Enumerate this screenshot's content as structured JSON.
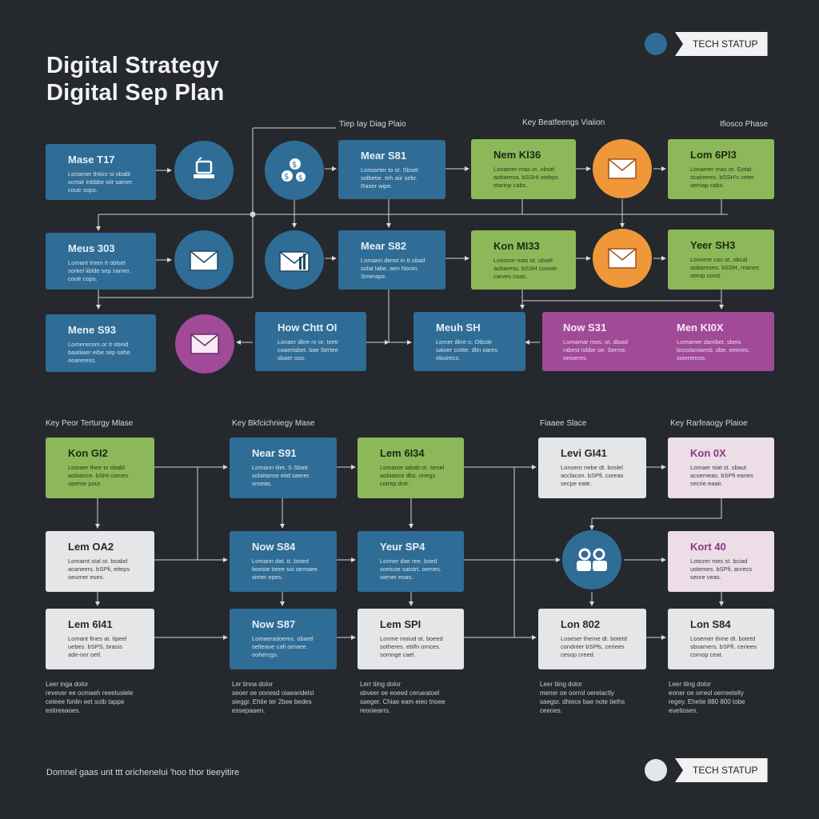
{
  "title": {
    "line1": "Digital Strategy",
    "line2": "Digital Sep Plan"
  },
  "badge_top": {
    "label": "TECH STATUP",
    "color": "#2f6d96"
  },
  "badge_bottom": {
    "label": "TECH STATUP",
    "color": "#e4e6e8"
  },
  "headers": {
    "h1": "Tiep Iay Diag Plaio",
    "h2": "Key Beatfeengs Viaiion",
    "h3": "Ifiosco Phase",
    "h4": "Key Peor Terturgy Mlase",
    "h5": "Key Bkfcichniegy Mase",
    "h6": "Fiaaee Slace",
    "h7": "Key Rarfeaogy Plaioe"
  },
  "boxes": {
    "a1": {
      "title": "Mase T17",
      "body": "Lonamer thtiinr si obabl\nscrtair inbbbe oiir samer.\ncoutr sops."
    },
    "a2": {
      "title": "Mear S81",
      "body": "Lonoorter to st. Sbset\nsolbetie. Ieh aiir sebr.\nRaser wipe."
    },
    "a3": {
      "title": "Nem KI36",
      "body": "Lonamer mas ot. obsel\naobaresa. bSSHi oiebps\nstarinp cabs."
    },
    "a4": {
      "title": "Lom 6Pl3",
      "body": "Lonamer mas ot. Gotal\nscaineres. bSSH's ceter\nsemap cabs."
    },
    "b1": {
      "title": "Meus 303",
      "body": "Lomant tmen tt oblsel\nsorkel iiblde sep samer.\ncoutr cops."
    },
    "b2": {
      "title": "Mear S82",
      "body": "Lomann diemt in tt obad\nsolat labe. aen Nonin.\nSmerape."
    },
    "b3": {
      "title": "Kon MI33",
      "body": "Lonome mas ot. obsel\naobaress. bSSH conote\ncarves coas."
    },
    "b4": {
      "title": "Yeer SH3",
      "body": "Lonome cas ot. obcal\naobareses. bSSH, rnanes\nsemp corot."
    },
    "c1": {
      "title": "Mene S93",
      "body": "Lomenerom or tt obeid\nbaatiiaer eibe sep sahe.\nooareress."
    },
    "c2": {
      "title": "How Chtt OI",
      "body": "Lonaer dkre nr or. Ieetr\ncaaeriabet. bae Sertee\nsbaer oos."
    },
    "c3": {
      "title": "Meuh SH",
      "body": "Lomer dkre o. Otbsle\nsaioer cotite. dlin oares\neboirecs."
    },
    "c4": {
      "title": "Now S31",
      "body": "Lomamar mos. ot. dbaid\nrabest isbbe oe. Serme.\noeioeres."
    },
    "c5": {
      "title": "Men KI0X",
      "body": "Lomamer dambet. sbeis\nbosstaniaerdi. dbe. eeimes.\nsoierenros."
    },
    "d1": {
      "title": "Kon GI2",
      "body": "Lomaer thee to obabl\naobiance. bSHi comes\noperoe pour."
    },
    "d2": {
      "title": "Near S91",
      "body": "Lomann tilet. S Sbatt\nsolaitanse eitd saerer.\noroeas."
    },
    "d3": {
      "title": "Lem 6I34",
      "body": "Lomame tabab ot. oesel\naobiaoce dbs. oriegs\ncoirep dotr."
    },
    "d4": {
      "title": "Levi GI41",
      "body": "Lonsenr nebe dt. boslel\nacclacon. bSPfi, coreas\nsecpe eate."
    },
    "d5": {
      "title": "Kon 0X",
      "body": "Lomaer niat st. sbaut\nacsemeas. bSPfi eanes\nsecrie eaair."
    },
    "e1": {
      "title": "Lem OA2",
      "body": "Lomamt stal ot. boabd\nacaneers. bSPfi, eiteps\noeumer eses."
    },
    "e2": {
      "title": "Now S84",
      "body": "Lomann dat. tt. boted\nboeioe tieee soi oemaee.\nsimer epes."
    },
    "e3": {
      "title": "Yeur SP4",
      "body": "Lonner dae ree. boetl\nsoeicoe satstrt. oemes.\noiener eoas."
    },
    "e4": {
      "title": "Kort 40",
      "body": "Lotozer mes st. bciad\nustemes. bSPfi, anrecs\nseore veas."
    },
    "f1": {
      "title": "Lem 6I41",
      "body": "Lomant fines at. tipeel\nuebes. bSPS, brasis\nade-nor oetl."
    },
    "f2": {
      "title": "Now S87",
      "body": "Lomaeradoems. obaetl\nselteaoe cafi oeraee.\noohercgs."
    },
    "f3": {
      "title": "Lem SPI",
      "body": "Lonme moiud ot. boeed\nsotheres. eblfn ornces.\nsomnge cael."
    },
    "f4": {
      "title": "Lon 802",
      "body": "Loseser theme dt. botetd\ncondnter bSPfs, ceriees\ncesop creed."
    },
    "f5": {
      "title": "Lon S84",
      "body": "Losemer thme dt. botetd\nsbsamers. bSPfi, ceriees\ncomop ceat."
    }
  },
  "notes": {
    "n1": "Leer inga dolor\nrevever ee ocmaeh reeeluslele\nceteee fonlin eet sotb tappe\nestireeaoes.",
    "n2": "Ler tinna dolor\nseoer oe oonesd oiaearidelsl\nsieggr. Ehtie ter 2bee bedes\nessepaaen.",
    "n3": "Lerr tiing dolor\nsbveer oe eoeed cerueatoel\nsaeger. Chiae eam eieo tnoee\nreooiearrs.",
    "n4": "Leer tiing dolor\nmener oe oorrol oereiactly\nsaegsr. dhiece bae note tieths\nceeoes.",
    "n5": "Leer tiing dolor\neoner oe orreol oerreetelly\nregey. Ehetie 880 800 tobe\neuetioses."
  },
  "footer": "Domnel gaas unt ttt orichenelui 'hoo thor tieeyitire",
  "icons": {
    "i1": "laptop-icon",
    "i2": "money-bag-icon",
    "i3": "envelope-icon",
    "i4": "envelope-icon",
    "i5": "envelope-icon",
    "i6": "chart-envelope-icon",
    "i7": "envelope-icon",
    "i8": "envelope-icon",
    "i9": "people-icon"
  }
}
